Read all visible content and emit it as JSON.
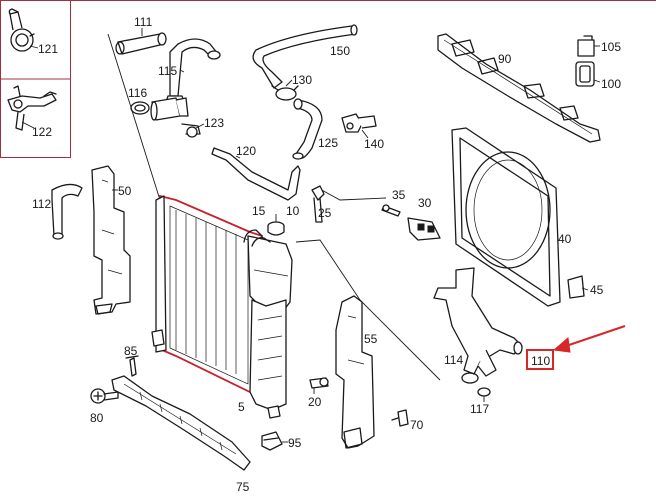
{
  "inset": {
    "items": [
      {
        "label": "121"
      },
      {
        "label": "122"
      }
    ]
  },
  "labels": {
    "p111": "111",
    "p115": "115",
    "p116": "116",
    "p123": "123",
    "p150": "150",
    "p130": "130",
    "p125": "125",
    "p140": "140",
    "p120": "120",
    "p90": "90",
    "p105": "105",
    "p100": "100",
    "p112": "112",
    "p50": "50",
    "p15": "15",
    "p10": "10",
    "p25": "25",
    "p35": "35",
    "p30": "30",
    "p40": "40",
    "p45": "45",
    "p55": "55",
    "p85": "85",
    "p114": "114",
    "p110": "110",
    "p117": "117",
    "p5": "5",
    "p20": "20",
    "p80": "80",
    "p70": "70",
    "p95": "95",
    "p75": "75"
  },
  "highlight": {
    "part": "110",
    "color": "#d62828"
  },
  "colors": {
    "line": "#1a1a1a",
    "radiator_outline": "#c8202f",
    "frame_border": "#a03040"
  }
}
